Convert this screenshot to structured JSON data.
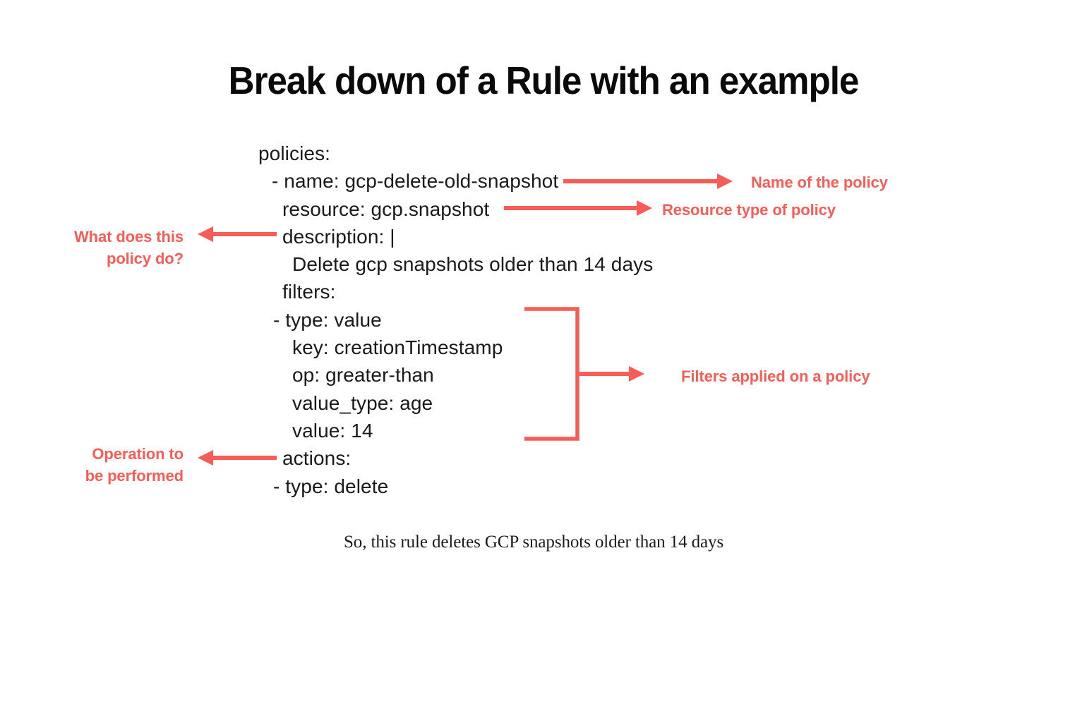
{
  "page": {
    "title": "Break down of a Rule with an example",
    "background_color": "#ffffff",
    "accent_color": "#f75d57",
    "text_color": "#1a1a1a",
    "caption": "So, this rule deletes GCP snapshots older than 14 days"
  },
  "yaml": {
    "lines": [
      {
        "indent": "ind-0",
        "text": "policies:"
      },
      {
        "indent": "ind-dash1",
        "text": "- name: gcp-delete-old-snapshot"
      },
      {
        "indent": "ind-1",
        "text": "resource: gcp.snapshot"
      },
      {
        "indent": "ind-1",
        "text": "description: |"
      },
      {
        "indent": "ind-2",
        "text": "Delete gcp snapshots older than 14 days"
      },
      {
        "indent": "ind-1",
        "text": "filters:"
      },
      {
        "indent": "ind-dash2",
        "text": "- type: value"
      },
      {
        "indent": "ind-2",
        "text": "key: creationTimestamp"
      },
      {
        "indent": "ind-2",
        "text": "op: greater-than"
      },
      {
        "indent": "ind-2",
        "text": "value_type: age"
      },
      {
        "indent": "ind-2",
        "text": "value: 14"
      },
      {
        "indent": "ind-1",
        "text": "actions:"
      },
      {
        "indent": "ind-dash2",
        "text": "- type: delete"
      }
    ]
  },
  "annotations": {
    "name_of_policy": "Name of the policy",
    "resource_type": "Resource type of policy",
    "filters_applied": "Filters applied on a policy",
    "what_does_policy_do": "What does this\npolicy do?",
    "operation_performed": "Operation to\nbe performed"
  }
}
